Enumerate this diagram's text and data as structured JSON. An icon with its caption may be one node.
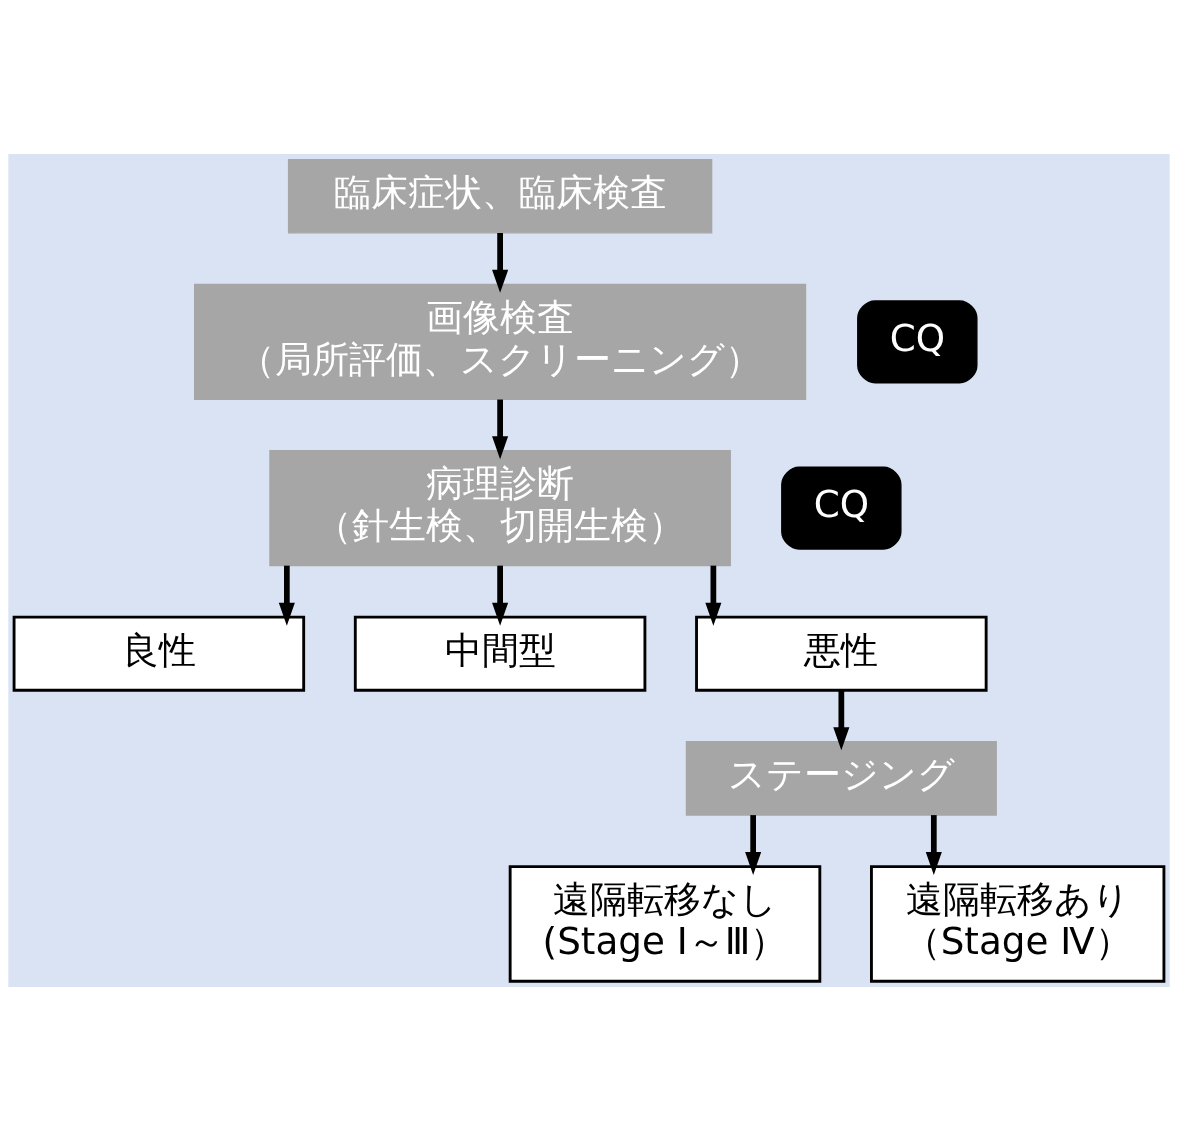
{
  "diagram": {
    "nodes": [
      {
        "text": [
          "臨床症状、臨床検査"
        ]
      },
      {
        "text": [
          "画像検査",
          "（局所評価、スクリーニング）"
        ]
      },
      {
        "text": [
          "CQ"
        ]
      },
      {
        "text": [
          "病理診断",
          "（針生検、切開生検）"
        ]
      },
      {
        "text": [
          "CQ"
        ]
      },
      {
        "text": [
          "良性"
        ]
      },
      {
        "text": [
          "中間型"
        ]
      },
      {
        "text": [
          "悪性"
        ]
      },
      {
        "text": [
          "ステージング"
        ]
      },
      {
        "text": [
          "遠隔転移なし",
          "(Stage Ⅰ～Ⅲ）"
        ]
      },
      {
        "text": [
          "遠隔転移あり",
          "（Stage Ⅳ）"
        ]
      }
    ],
    "edges": [
      {
        "from": 0,
        "to": 1,
        "arrow": "to"
      },
      {
        "from": 1,
        "to": 3,
        "arrow": "to"
      },
      {
        "from": 3,
        "to": 5,
        "arrow": "to"
      },
      {
        "from": 3,
        "to": 6,
        "arrow": "to"
      },
      {
        "from": 3,
        "to": 7,
        "arrow": "to"
      },
      {
        "from": 7,
        "to": 8,
        "arrow": "to"
      },
      {
        "from": 8,
        "to": 9,
        "arrow": "to"
      },
      {
        "from": 8,
        "to": 10,
        "arrow": "to"
      }
    ]
  }
}
